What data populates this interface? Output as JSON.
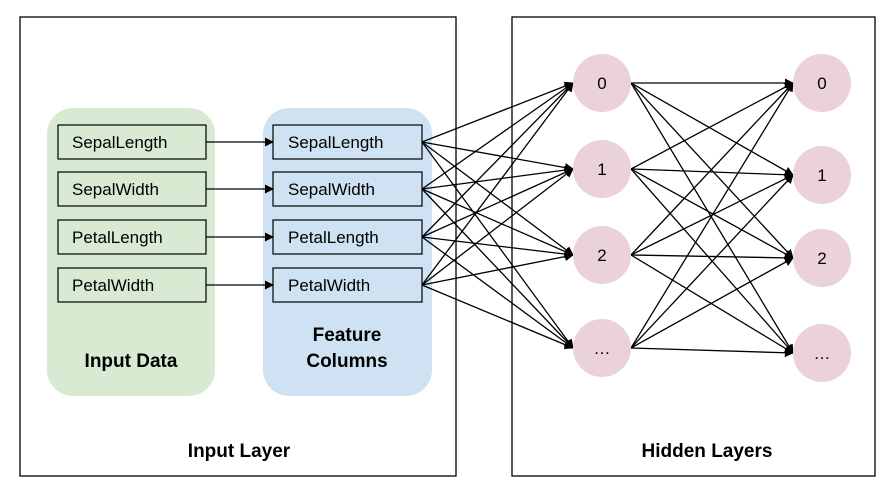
{
  "input_layer": {
    "title": "Input Layer",
    "input_data": {
      "title": "Input Data",
      "fields": [
        "SepalLength",
        "SepalWidth",
        "PetalLength",
        "PetalWidth"
      ],
      "color": "#d9ead3"
    },
    "feature_columns": {
      "title_line1": "Feature",
      "title_line2": "Columns",
      "fields": [
        "SepalLength",
        "SepalWidth",
        "PetalLength",
        "PetalWidth"
      ],
      "color": "#cfe2f3"
    }
  },
  "hidden_layers": {
    "title": "Hidden Layers",
    "node_color": "#ead1dc",
    "layers": [
      {
        "nodes": [
          "0",
          "1",
          "2",
          "…"
        ]
      },
      {
        "nodes": [
          "0",
          "1",
          "2",
          "…"
        ]
      }
    ]
  },
  "connections": {
    "input_data_to_feature_columns": "one-to-one",
    "feature_columns_to_hidden_1": "fully-connected",
    "hidden_1_to_hidden_2": "fully-connected"
  }
}
